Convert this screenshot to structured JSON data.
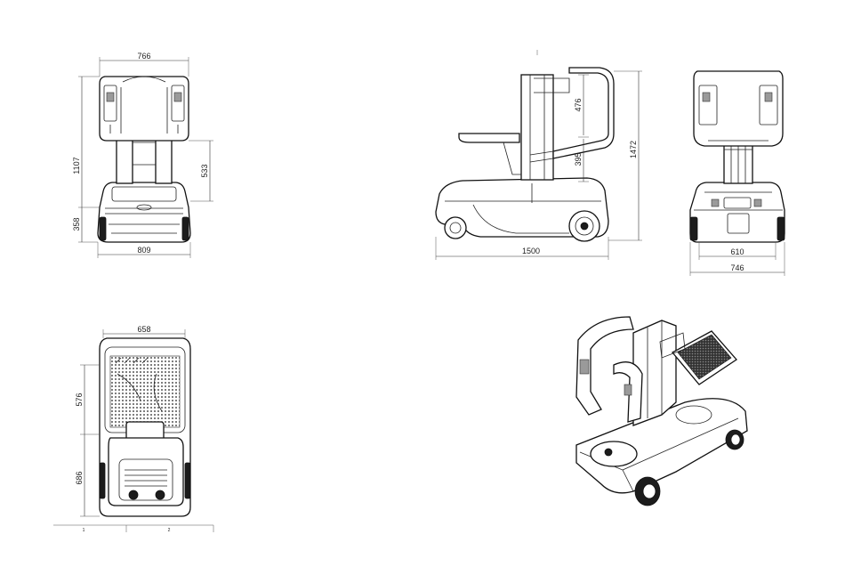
{
  "front_view": {
    "dims": {
      "top_width": "766",
      "bottom_width": "809",
      "left_height": "1107",
      "left_base": "358",
      "right_height": "533"
    }
  },
  "side_view": {
    "dims": {
      "length": "1500",
      "overall_height": "1472",
      "upper_rail": "476",
      "lower_rail": "395"
    }
  },
  "rear_view": {
    "dims": {
      "track_width": "610",
      "overall_width": "746"
    }
  },
  "top_view": {
    "dims": {
      "platform_width": "658",
      "front_depth": "576",
      "rear_depth": "686"
    }
  },
  "title_block": {
    "cell_1": "1",
    "cell_2": "2"
  }
}
